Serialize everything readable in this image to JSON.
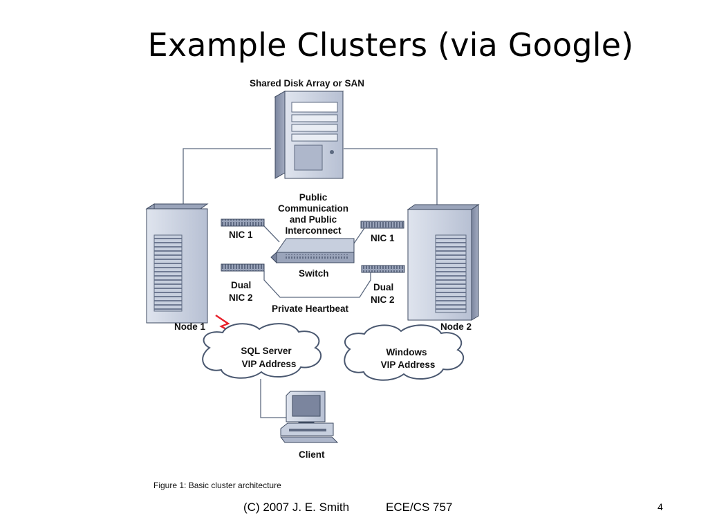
{
  "slide": {
    "title": "Example Clusters (via Google)",
    "footer_credit": "(C) 2007 J. E. Smith",
    "footer_course": "ECE/CS 757",
    "number": "4"
  },
  "diagram": {
    "shared_disk_label": "Shared Disk Array or SAN",
    "public_label": [
      "Public",
      "Communication",
      "and Public",
      "Interconnect"
    ],
    "nic1_left": "NIC 1",
    "nic1_right": "NIC 1",
    "dual_nic_left": [
      "Dual",
      "NIC 2"
    ],
    "dual_nic_right": [
      "Dual",
      "NIC 2"
    ],
    "switch_label": "Switch",
    "heartbeat_label": "Private Heartbeat",
    "node1_label": "Node 1",
    "node2_label": "Node 2",
    "cloud_sql": [
      "SQL Server",
      "VIP Address"
    ],
    "cloud_windows": [
      "Windows",
      "VIP Address"
    ],
    "client_label": "Client",
    "caption": "Figure 1: Basic cluster architecture"
  },
  "colors": {
    "server_face": "#c7cfde",
    "server_side": "#8e98b0",
    "line": "#5d6a80",
    "cloud_stroke": "#4a5870",
    "bolt": "#e8202a"
  }
}
